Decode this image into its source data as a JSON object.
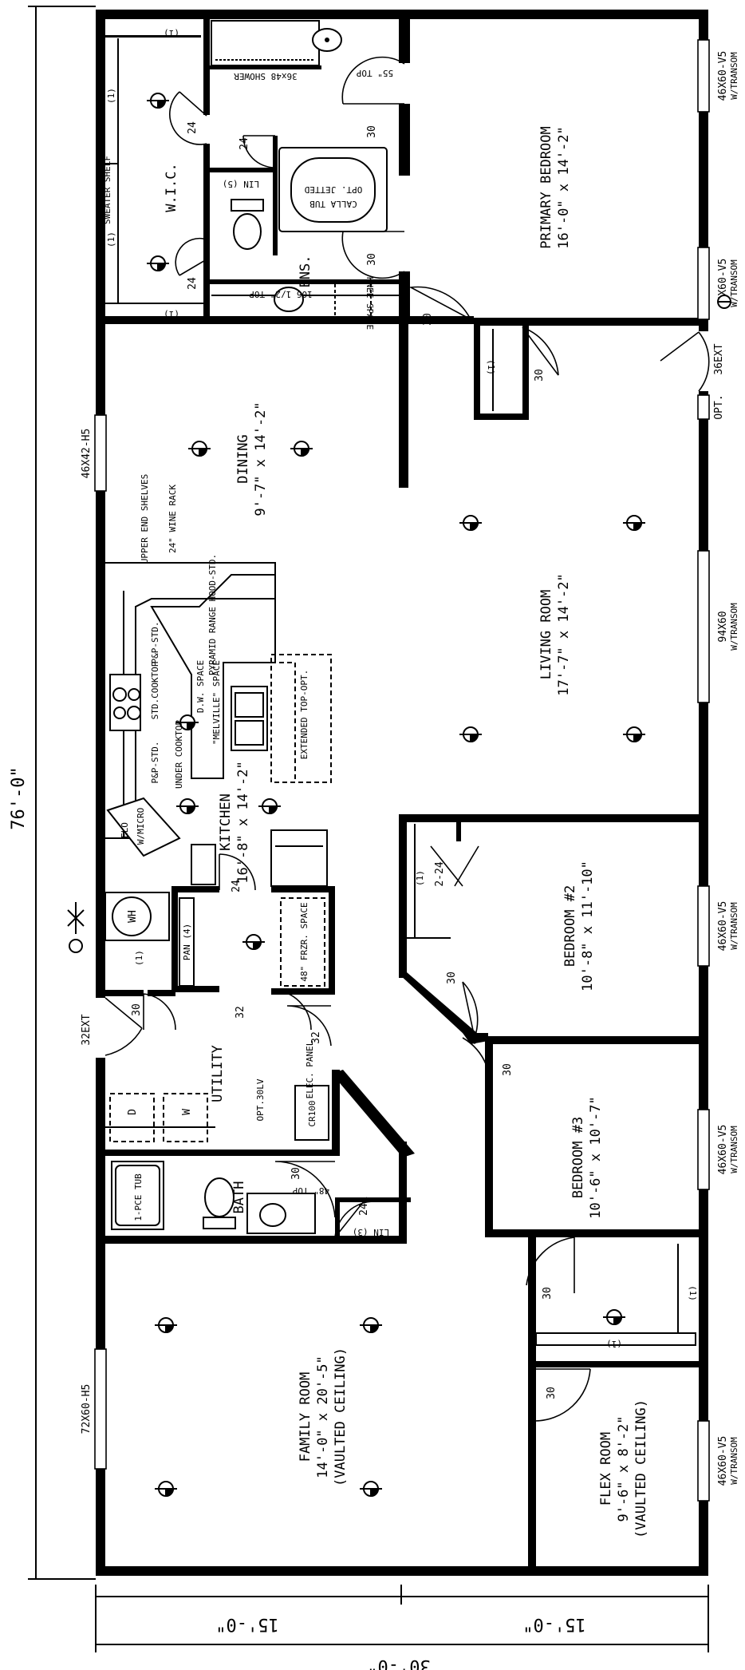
{
  "overall_length": "76'-0\"",
  "overall_width": "30'-0\"",
  "half_width_left": "15'-0\"",
  "half_width_right": "15'-0\"",
  "rooms": {
    "primary_bedroom": {
      "name": "PRIMARY BEDROOM",
      "size": "16'-0\" x 14'-2\""
    },
    "wic": {
      "name": "W.I.C."
    },
    "ensuite": {
      "name": "ENS."
    },
    "dining": {
      "name": "DINING",
      "size": "9'-7\" x 14'-2\""
    },
    "living": {
      "name": "LIVING ROOM",
      "size": "17'-7\" x 14'-2\""
    },
    "kitchen": {
      "name": "KITCHEN",
      "size": "16'-8\" x 14'-2\""
    },
    "bedroom2": {
      "name": "BEDROOM #2",
      "size": "10'-8\" x 11'-10\""
    },
    "bedroom3": {
      "name": "BEDROOM #3",
      "size": "10'-6\" x 10'-7\""
    },
    "utility": {
      "name": "UTILITY"
    },
    "bath": {
      "name": "BATH"
    },
    "family": {
      "name": "FAMILY ROOM",
      "size": "14'-0\" x 20'-5\"",
      "note": "(VAULTED CEILING)"
    },
    "flex": {
      "name": "FLEX ROOM",
      "size": "9'-6\" x 8'-2\"",
      "note": "(VAULTED CEILING)"
    }
  },
  "windows": {
    "primary_top": {
      "size": "46X60-V5",
      "note": "W/TRANSOM"
    },
    "primary_bottom": {
      "size": "46X60-V5",
      "note": "W/TRANSOM"
    },
    "dining": {
      "size": "46X42-H5"
    },
    "living": {
      "size": "94X60",
      "note": "W/TRANSOM"
    },
    "bedroom2": {
      "size": "46X60-V5",
      "note": "W/TRANSOM"
    },
    "bedroom3": {
      "size": "46X60-V5",
      "note": "W/TRANSOM"
    },
    "family": {
      "size": "72X60-H5"
    },
    "flex": {
      "size": "46X60-V5",
      "note": "W/TRANSOM"
    }
  },
  "exterior_doors": {
    "front": "36EXT",
    "utility": "32EXT",
    "opt": "OPT."
  },
  "doors": {
    "primary": "30",
    "primary_entry": "30",
    "ens_a": "30",
    "ens_b": "30",
    "wic_a": "24",
    "wic_b": "24",
    "ens_wc": "24",
    "living_closet": "30",
    "bed2_closet": "2-24",
    "bed2": "30",
    "bed3": "30",
    "pantry": "24",
    "pantry_b": "32",
    "utility_a": "32",
    "utility_b": "30",
    "bath": "30",
    "bath_linen": "24",
    "bed3_closet": "30",
    "flex": "30"
  },
  "labels": {
    "shower": "36x48 SHOWER",
    "top55": "55\" TOP",
    "sweater_shelf": "SWEATER SHELF",
    "lin5": "LIN (5)",
    "tub": "CALLA TUB",
    "tub_opt": "OPT. JETTED",
    "top106": "106 1/2\" TOP",
    "knee_space": "KNEE SPACE",
    "upper_shelves": "UPPER END SHELVES",
    "wine_rack": "24\" WINE RACK",
    "hood": "PYRAMID RANGE HOOD-STD.",
    "cooktop": "STD.COOKTOP",
    "pp_std": "P&P-STD.",
    "pp_std2": "P&P-STD.",
    "under_cooktop": "UNDER COOKTOP",
    "dw_space": "D.W. SPACE",
    "melville": "\"MELVILLE\" SPACE",
    "ext_top": "EXTENDED TOP-OPT.",
    "wmicro": "W/MICRO",
    "elo": "ELO",
    "wh": "WH",
    "pan4": "PAN (4)",
    "frzr": "48\" FRZR. SPACE",
    "elec_panel": "ELEC. PANEL",
    "cr100": "CR100",
    "opt30lv": "OPT.30LV",
    "washer": "W",
    "dryer": "D",
    "one_pce_tub": "1-PCE TUB",
    "top48": "48\" TOP",
    "lin3": "LIN (3)",
    "shelf1": "(1)"
  }
}
